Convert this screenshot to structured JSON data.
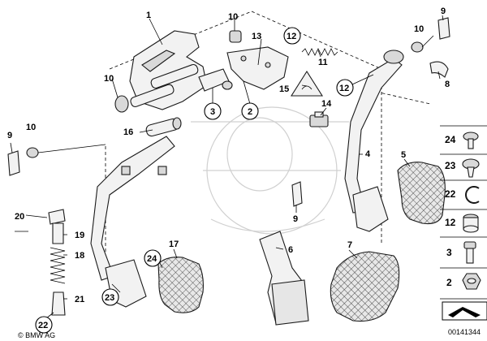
{
  "callouts": {
    "c1": "1",
    "c2": "2",
    "c3": "3",
    "c4": "4",
    "c5": "5",
    "c6": "6",
    "c7": "7",
    "c8": "8",
    "c9a": "9",
    "c9b": "9",
    "c9c": "9",
    "c10a": "10",
    "c10b": "10",
    "c10c": "10",
    "c10d": "10",
    "c11": "11",
    "c12a": "12",
    "c12b": "12",
    "c13": "13",
    "c14": "14",
    "c15": "15",
    "c16": "16",
    "c17": "17",
    "c18": "18",
    "c19": "19",
    "c20": "20",
    "c21": "21",
    "c22": "22",
    "c23": "23",
    "c24": "24"
  },
  "legend": {
    "items": [
      "24",
      "23",
      "22",
      "12",
      "3",
      "2"
    ]
  },
  "footer": {
    "copyright": "© BMW AG",
    "diagram_number": "00141344"
  }
}
